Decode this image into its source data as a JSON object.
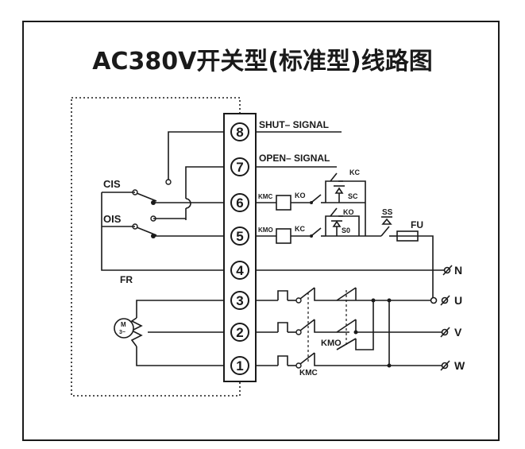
{
  "title": "AC380V开关型(标准型)线路图",
  "terminals": [
    "8",
    "7",
    "6",
    "5",
    "4",
    "3",
    "2",
    "1"
  ],
  "labels": {
    "shut_signal": "SHUT– SIGNAL",
    "open_signal": "OPEN– SIGNAL",
    "cis": "CIS",
    "ois": "OIS",
    "fr": "FR",
    "kmc_coil": "KMC",
    "ko_contact": "KO",
    "kc_top": "KC",
    "sc": "SC",
    "kmo_coil": "KMO",
    "kc_contact": "KC",
    "ko_top": "KO",
    "so": "S0",
    "ss": "SS",
    "fu": "FU",
    "n": "N",
    "u": "U",
    "v": "V",
    "w": "W",
    "kmo_contactor": "KMO",
    "kmc_contactor": "KMC",
    "motor_m": "M",
    "motor_phase": "3~"
  }
}
